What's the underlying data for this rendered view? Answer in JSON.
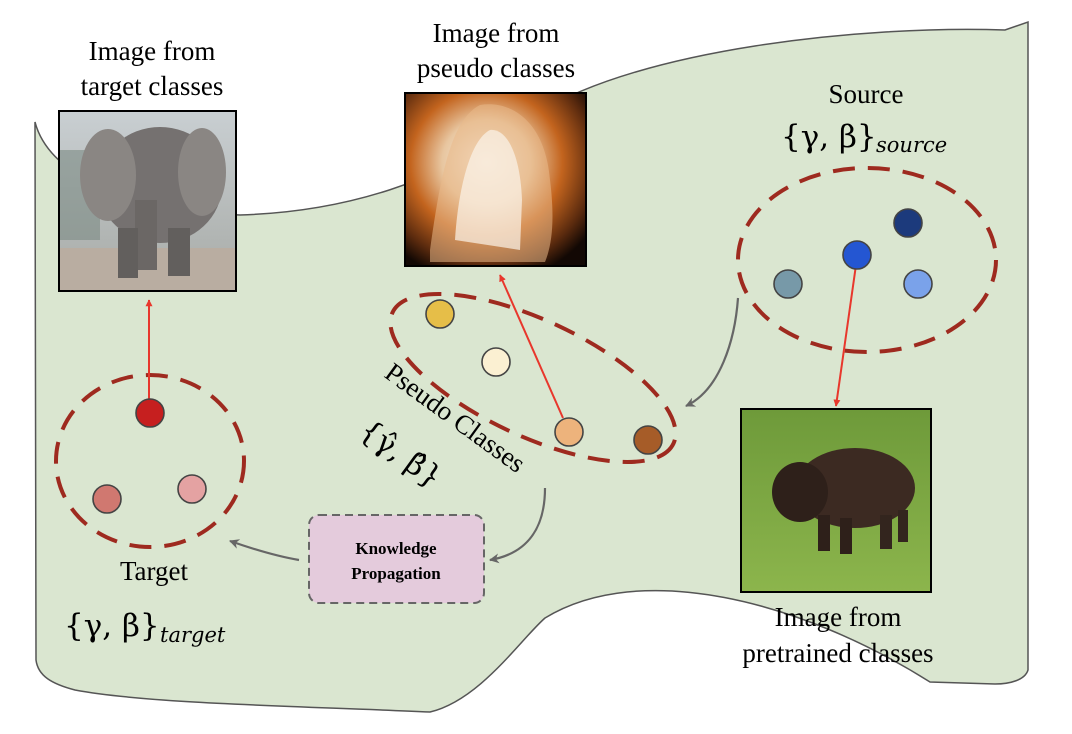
{
  "labels": {
    "target_image_caption": [
      "Image from",
      "target classes"
    ],
    "pseudo_image_caption": [
      "Image from",
      "pseudo classes"
    ],
    "pretrained_image_caption": [
      "Image from",
      "pretrained classes"
    ],
    "source_title": "Source",
    "source_params": "{γ, β}",
    "source_subscript": "source",
    "target_title": "Target",
    "target_params": "{γ, β}",
    "target_subscript": "target",
    "pseudo_title": "Pseudo Classes",
    "pseudo_params": "{γ̂, β̂}",
    "knowledge_box": [
      "Knowledge",
      "Propagation"
    ]
  },
  "colors": {
    "background": "#dae6d0",
    "cluster_border": "#9e2a1f",
    "arrow_red": "#e8372c",
    "arrow_gray": "#666666",
    "knowledge_fill": "#e4cbdc",
    "source_dots": [
      "#1c3a7c",
      "#2456d2",
      "#7799a8",
      "#7aa2ea"
    ],
    "pseudo_dots": [
      "#e6be48",
      "#fbf0d2",
      "#edb37c",
      "#a65c28"
    ],
    "target_dots": [
      "#c61f1f",
      "#d07870",
      "#e4a2a2"
    ]
  },
  "images": {
    "target": "elephant photo",
    "pseudo": "synthesized pseudo-class image",
    "pretrained": "bison photo"
  }
}
